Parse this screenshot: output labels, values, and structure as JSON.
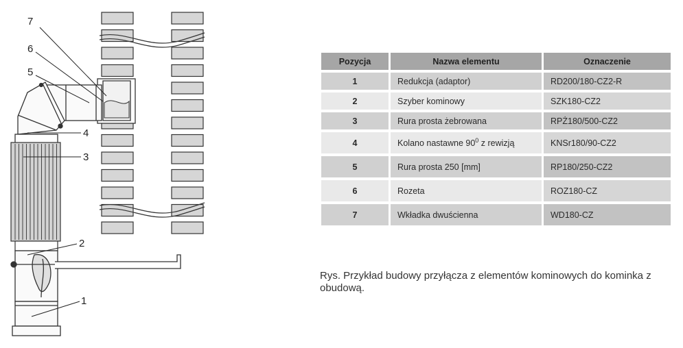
{
  "figure": {
    "callouts": [
      "7",
      "6",
      "5",
      "4",
      "3",
      "2",
      "1"
    ]
  },
  "table": {
    "headers": [
      "Pozycja",
      "Nazwa elementu",
      "Oznaczenie"
    ],
    "rows": [
      {
        "pos": "1",
        "name": "Redukcja (adaptor)",
        "code": "RD200/180-CZ2-R"
      },
      {
        "pos": "2",
        "name": "Szyber kominowy",
        "code": "SZK180-CZ2"
      },
      {
        "pos": "3",
        "name": "Rura prosta żebrowana",
        "code": "RPŻ180/500-CZ2"
      },
      {
        "pos": "4",
        "name": "Kolano nastawne 90",
        "name_sup": "0",
        "name_suffix": " z rewizją",
        "code": "KNSr180/90-CZ2"
      },
      {
        "pos": "5",
        "name": "Rura prosta 250 [mm]",
        "code": "RP180/250-CZ2"
      },
      {
        "pos": "6",
        "name": "Rozeta",
        "code": "ROZ180-CZ"
      },
      {
        "pos": "7",
        "name": "Wkładka dwuścienna",
        "code": "WD180-CZ"
      }
    ]
  },
  "caption": "Rys. Przykład budowy przyłącza z elementów kominowych do kominka z obudową."
}
